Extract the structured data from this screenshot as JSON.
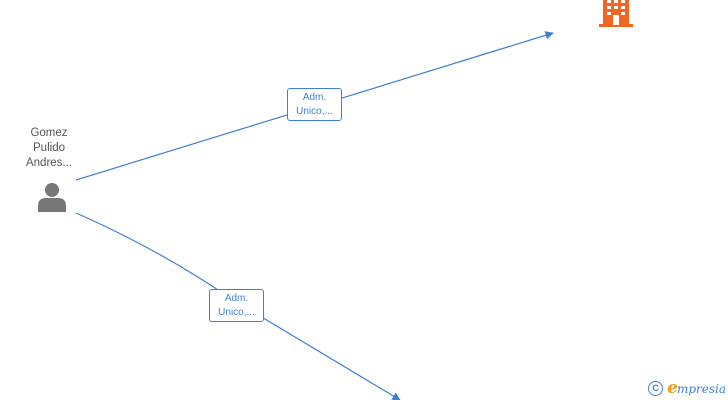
{
  "person": {
    "name_lines": [
      "Gomez",
      "Pulido",
      "Andres..."
    ],
    "icon": "person-icon"
  },
  "company": {
    "icon": "building-icon",
    "color": "#f26522"
  },
  "relations": [
    {
      "label_lines": [
        "Adm.",
        "Unico,..."
      ]
    },
    {
      "label_lines": [
        "Adm.",
        "Unico,..."
      ]
    }
  ],
  "colors": {
    "edge": "#3f7fd2",
    "node_icon": "#777777",
    "text": "#555555"
  },
  "footer": {
    "copyright_symbol": "C",
    "brand_initial": "e",
    "brand_rest": "mpresia"
  }
}
